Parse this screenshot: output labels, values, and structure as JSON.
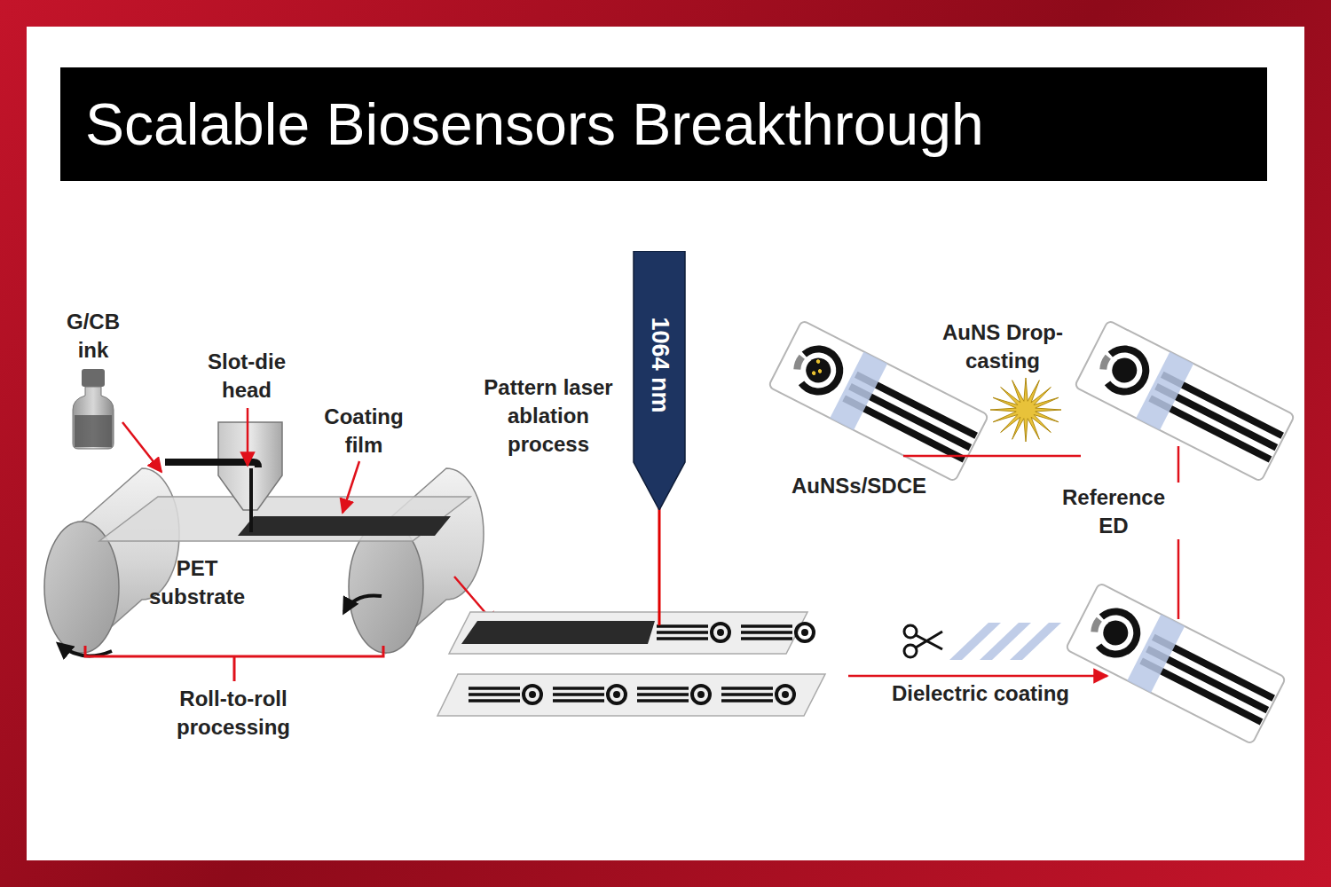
{
  "diagram": {
    "title": "Scalable Biosensors Breakthrough",
    "nodes": [
      {
        "text": [
          "1064 nm"
        ]
      }
    ],
    "labels": [
      "G/CB ink",
      "Slot-die head",
      "Coating film",
      "PET substrate",
      "Roll-to-roll processing",
      "Pattern laser ablation process",
      "AuNS Drop-casting",
      "AuNSs/SDCE",
      "Reference ED",
      "Dielectric coating"
    ]
  }
}
